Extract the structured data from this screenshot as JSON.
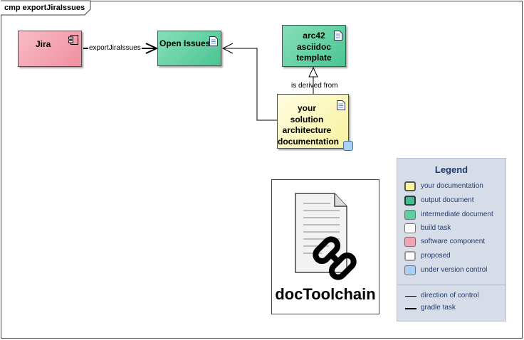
{
  "frame": {
    "title": "cmp exportJiraIssues"
  },
  "nodes": {
    "jira": {
      "label": "Jira",
      "color": "#f4a3b0",
      "icon": "component-icon"
    },
    "open_issues": {
      "label": "Open Issues",
      "color": "#5dcea0",
      "icon": "document-icon"
    },
    "template": {
      "label": "arc42 asciidoc template",
      "line1": "arc42",
      "line2": "asciidoc",
      "line3": "template",
      "color": "#5dcea0",
      "icon": "document-icon"
    },
    "your_doc": {
      "label": "your solution architecture documentation",
      "line1": "your",
      "line2": "solution",
      "line3": "architecture",
      "line4": "documentation",
      "color": "#fdfdb8",
      "icon": "document-icon"
    }
  },
  "edges": {
    "export": {
      "label": "exportJiraIssues"
    },
    "derived": {
      "label": "is derived from"
    }
  },
  "legend": {
    "title": "Legend",
    "items": [
      {
        "label": "your documentation",
        "color": "#fff59d"
      },
      {
        "label": "output document",
        "color": "#3fbf8f"
      },
      {
        "label": "intermediate document",
        "color": "#5dcea0"
      },
      {
        "label": "build task",
        "color": "#ffffff"
      },
      {
        "label": "software component",
        "color": "#f4a3b0"
      },
      {
        "label": "proposed",
        "color": "#ffffff"
      },
      {
        "label": "under version control",
        "color": "#a9d1f7"
      }
    ],
    "lines": [
      {
        "label": "direction of control"
      },
      {
        "label": "gradle task"
      }
    ]
  },
  "logo": {
    "text": "docToolchain"
  }
}
